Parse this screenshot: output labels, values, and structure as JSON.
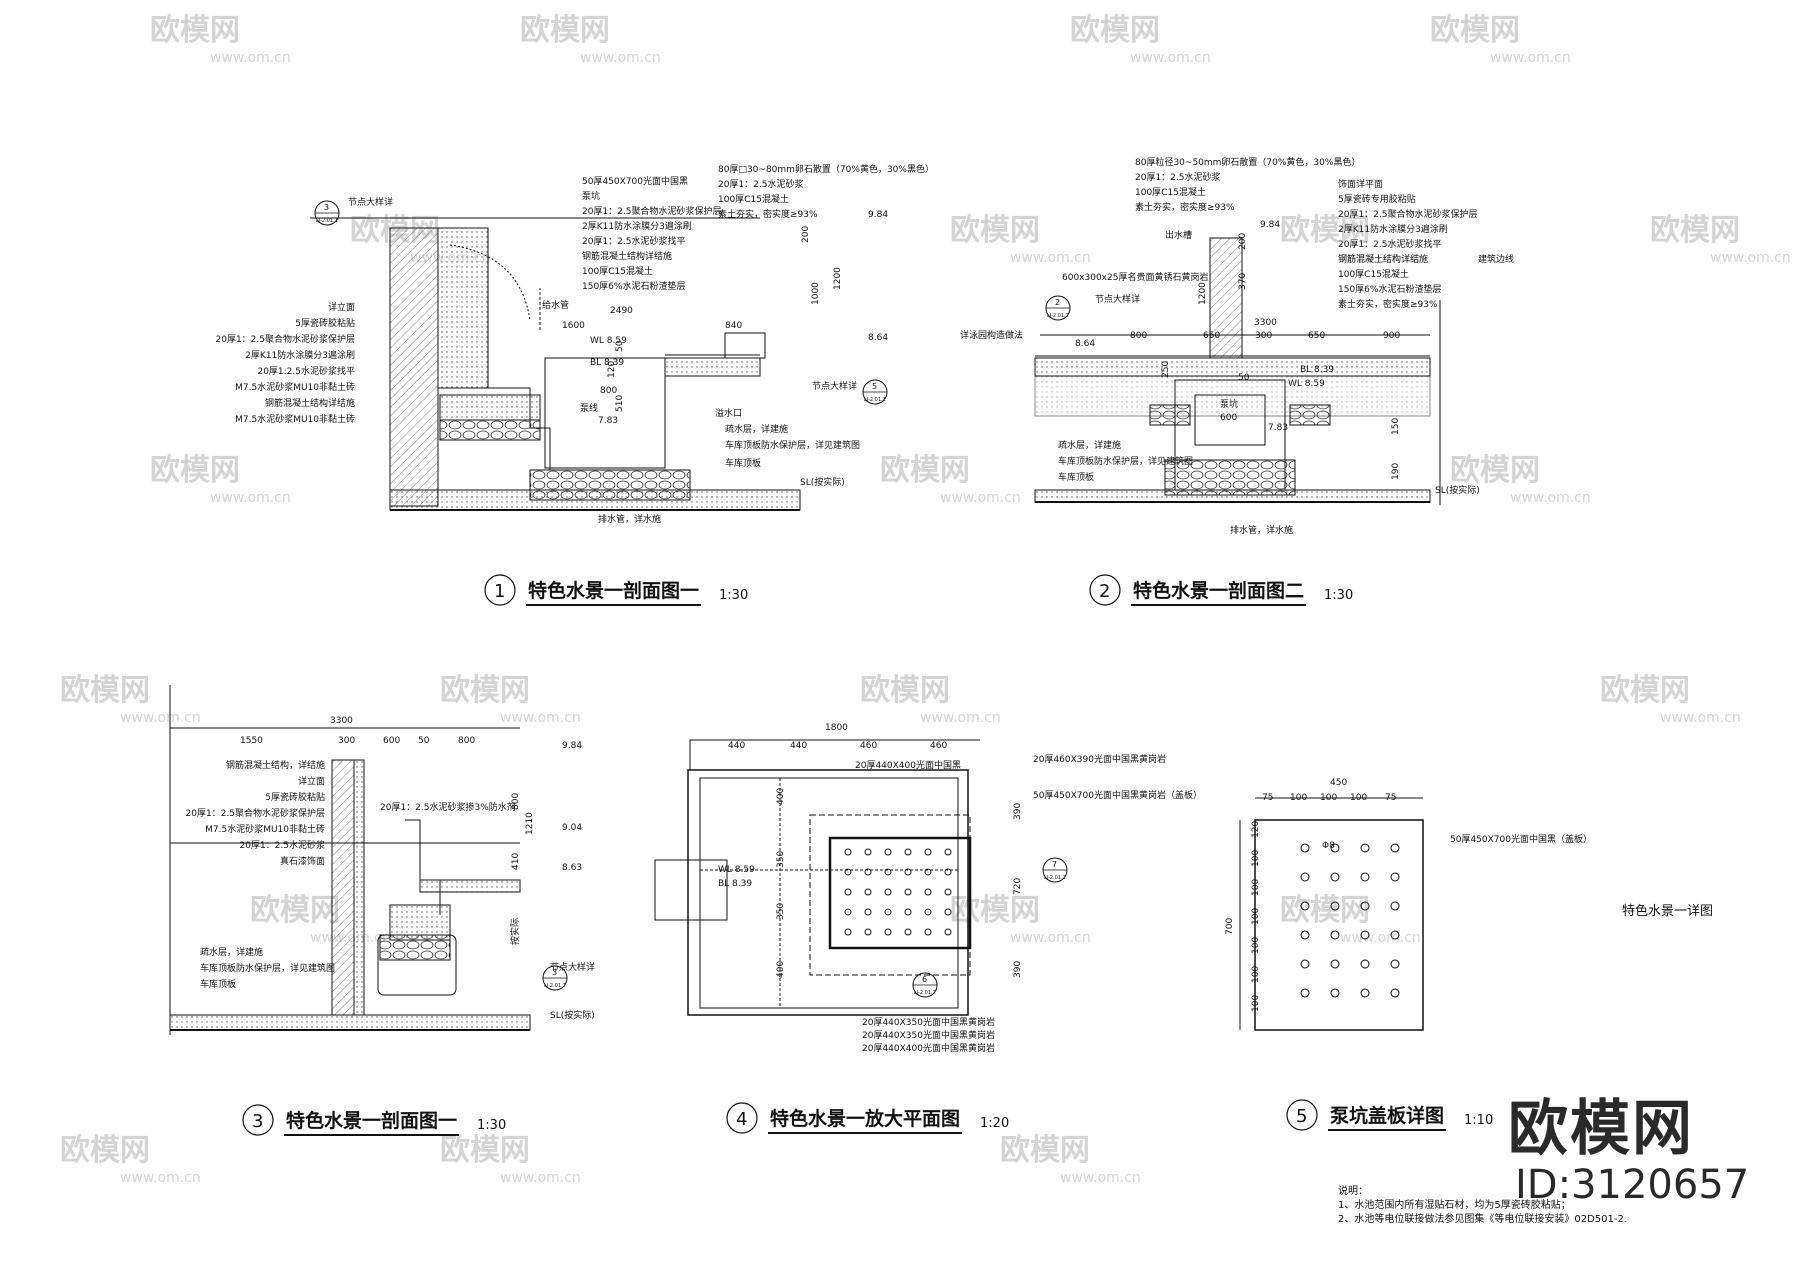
{
  "watermark": {
    "brand_text": "欧模网",
    "site_text": "www.om.cn",
    "id_text": "ID:3120657"
  },
  "side_label": "特色水景一详图",
  "notes": {
    "heading": "说明：",
    "lines": [
      "1、水池范围内所有湿贴石材，均为5厚瓷砖胶粘贴；",
      "2、水池等电位联接做法参见图集《等电位联接安装》02D501-2."
    ]
  },
  "drawings": [
    {
      "num": "1",
      "title": "特色水景一剖面图一",
      "scale": "1:30",
      "top_labels": [
        "50厚450X700光面中国黑",
        "泵坑",
        "20厚1：2.5聚合物水泥砂浆保护层",
        "2厚K11防水涂膜分3遍涂刷",
        "20厚1：2.5水泥砂浆找平",
        "钢筋混凝土结构详结施",
        "100厚C15混凝土",
        "150厚6%水泥石粉渣垫层"
      ],
      "top_right_labels": [
        "80厚□30~80mm卵石散置（70%黄色，30%黑色）",
        "20厚1：2.5水泥砂浆",
        "100厚C15混凝土",
        "素土夯实，密实度≥93%"
      ],
      "left_labels": [
        "详立面",
        "5厚瓷砖胶粘贴",
        "20厚1：2.5聚合物水泥砂浆保护层",
        "2厚K11防水涂膜分3遍涂刷",
        "20厚1:2.5水泥砂浆找平",
        "M7.5水泥砂浆MU10非黏土砖",
        "钢筋混凝土结构详结施",
        "M7.5水泥砂浆MU10非黏土砖"
      ],
      "callouts": [
        "节点大样详",
        "给水管",
        "泵线",
        "溢水口",
        "疏水层，详建施",
        "车库顶板防水保护层，详见建筑图",
        "车库顶板",
        "排水管，详水施",
        "SL(按实际)"
      ],
      "dims": [
        "2490",
        "1600",
        "840",
        "800",
        "200",
        "1200",
        "1000",
        "50",
        "510",
        "120"
      ],
      "levels": [
        "9.84",
        "8.64",
        "WL 8.59",
        "BL 8.39",
        "7.83"
      ]
    },
    {
      "num": "2",
      "title": "特色水景一剖面图二",
      "scale": "1:30",
      "top_labels": [
        "80厚粒径30~50mm卵石散置（70%黄色，30%黑色）",
        "20厚1：2.5水泥砂浆",
        "100厚C15混凝土",
        "素土夯实，密实度≥93%"
      ],
      "right_labels": [
        "饰面详平面",
        "5厚瓷砖专用胶粘贴",
        "20厚1：2.5聚合物水泥砂浆保护层",
        "2厚K11防水涂膜分3遍涂刷",
        "20厚1：2.5水泥砂浆找平",
        "钢筋混凝土结构详结施",
        "100厚C15混凝土",
        "150厚6%水泥石粉渣垫层",
        "素土夯实，密实度≥93%"
      ],
      "callouts": [
        "出水槽",
        "600x300x25厚名贵面黄锈石黄岗岩",
        "节点大样详",
        "详泳园构造做法",
        "建筑边线",
        "泵坑",
        "600",
        "疏水层，详建施",
        "车库顶板防水保护层，详见建筑图",
        "车库顶板",
        "排水管，详水施",
        "SL(按实际)"
      ],
      "dims": [
        "3300",
        "800",
        "650",
        "300",
        "650",
        "900",
        "1200",
        "370",
        "200",
        "250",
        "150",
        "190",
        "50"
      ],
      "levels": [
        "9.84",
        "8.64",
        "WL 8.59",
        "BL 8.39",
        "7.83"
      ]
    },
    {
      "num": "3",
      "title": "特色水景一剖面图一",
      "scale": "1:30",
      "left_labels": [
        "钢筋混凝土结构，详结施",
        "详立面",
        "5厚瓷砖胶粘贴",
        "20厚1：2.5聚合物水泥砂浆保护层",
        "M7.5水泥砂浆MU10非黏土砖",
        "20厚1：2.5水泥砂浆",
        "真石漆饰面"
      ],
      "bottom_labels": [
        "疏水层，详建施",
        "车库顶板防水保护层，详见建筑图",
        "车库顶板"
      ],
      "callouts": [
        "20厚1：2.5水泥砂浆掺3%防水剂",
        "节点大样详",
        "按实际",
        "SL(按实际)"
      ],
      "dims": [
        "3300",
        "1550",
        "300",
        "600",
        "50",
        "800",
        "800",
        "1210",
        "410"
      ],
      "levels": [
        "9.84",
        "9.04",
        "8.63"
      ]
    },
    {
      "num": "4",
      "title": "特色水景一放大平面图",
      "scale": "1:20",
      "labels_top": [
        "20厚440X400光面中国黑",
        "20厚460X390光面中国黑黄岗岩",
        "50厚450X700光面中国黑黄岗岩（盖板）"
      ],
      "labels_bottom": [
        "20厚440X350光面中国黑黄岗岩",
        "20厚440X350光面中国黑黄岗岩",
        "20厚440X400光面中国黑黄岗岩"
      ],
      "dims_top": [
        "1800",
        "440",
        "440",
        "460",
        "460"
      ],
      "dims_left": [
        "400",
        "350",
        "350",
        "400"
      ],
      "dims_right": [
        "390",
        "720",
        "390"
      ],
      "levels": [
        "WL 8.59",
        "BL 8.39"
      ]
    },
    {
      "num": "5",
      "title": "泵坑盖板详图",
      "scale": "1:10",
      "label": "50厚450X700光面中国黑（盖板）",
      "hole_label": "Φ8",
      "dims_top": [
        "450",
        "75",
        "100",
        "100",
        "100",
        "75"
      ],
      "dims_left": [
        "120",
        "100",
        "100",
        "100",
        "100",
        "100",
        "100"
      ],
      "dim_total_left": "700"
    }
  ],
  "refs": [
    {
      "top": "3",
      "bottom": "LJ-2.01.1"
    },
    {
      "top": "5",
      "bottom": "LJ-2.01.1"
    },
    {
      "top": "2",
      "bottom": "LJ-2.01.2"
    },
    {
      "top": "3",
      "bottom": "LJ-2.01.2"
    },
    {
      "top": "7",
      "bottom": "LJ-2.01.2"
    },
    {
      "top": "6",
      "bottom": "LJ-2.01.2"
    }
  ]
}
